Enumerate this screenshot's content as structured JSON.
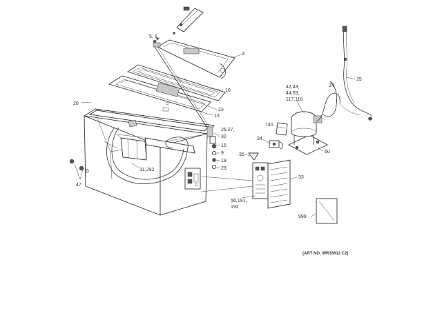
{
  "art_number": "(ART NO. WR16612 C2)",
  "callouts": [
    "5, 6",
    "3",
    "10",
    "23",
    "13",
    "20",
    "26,27,",
    "30",
    "15",
    "9",
    "19",
    "29",
    "31,292",
    "47",
    "42,43,",
    "44,59,",
    "117,118",
    "25",
    "24",
    "740",
    "34",
    "35",
    "60",
    "33",
    "56,191,",
    "192",
    "999"
  ]
}
